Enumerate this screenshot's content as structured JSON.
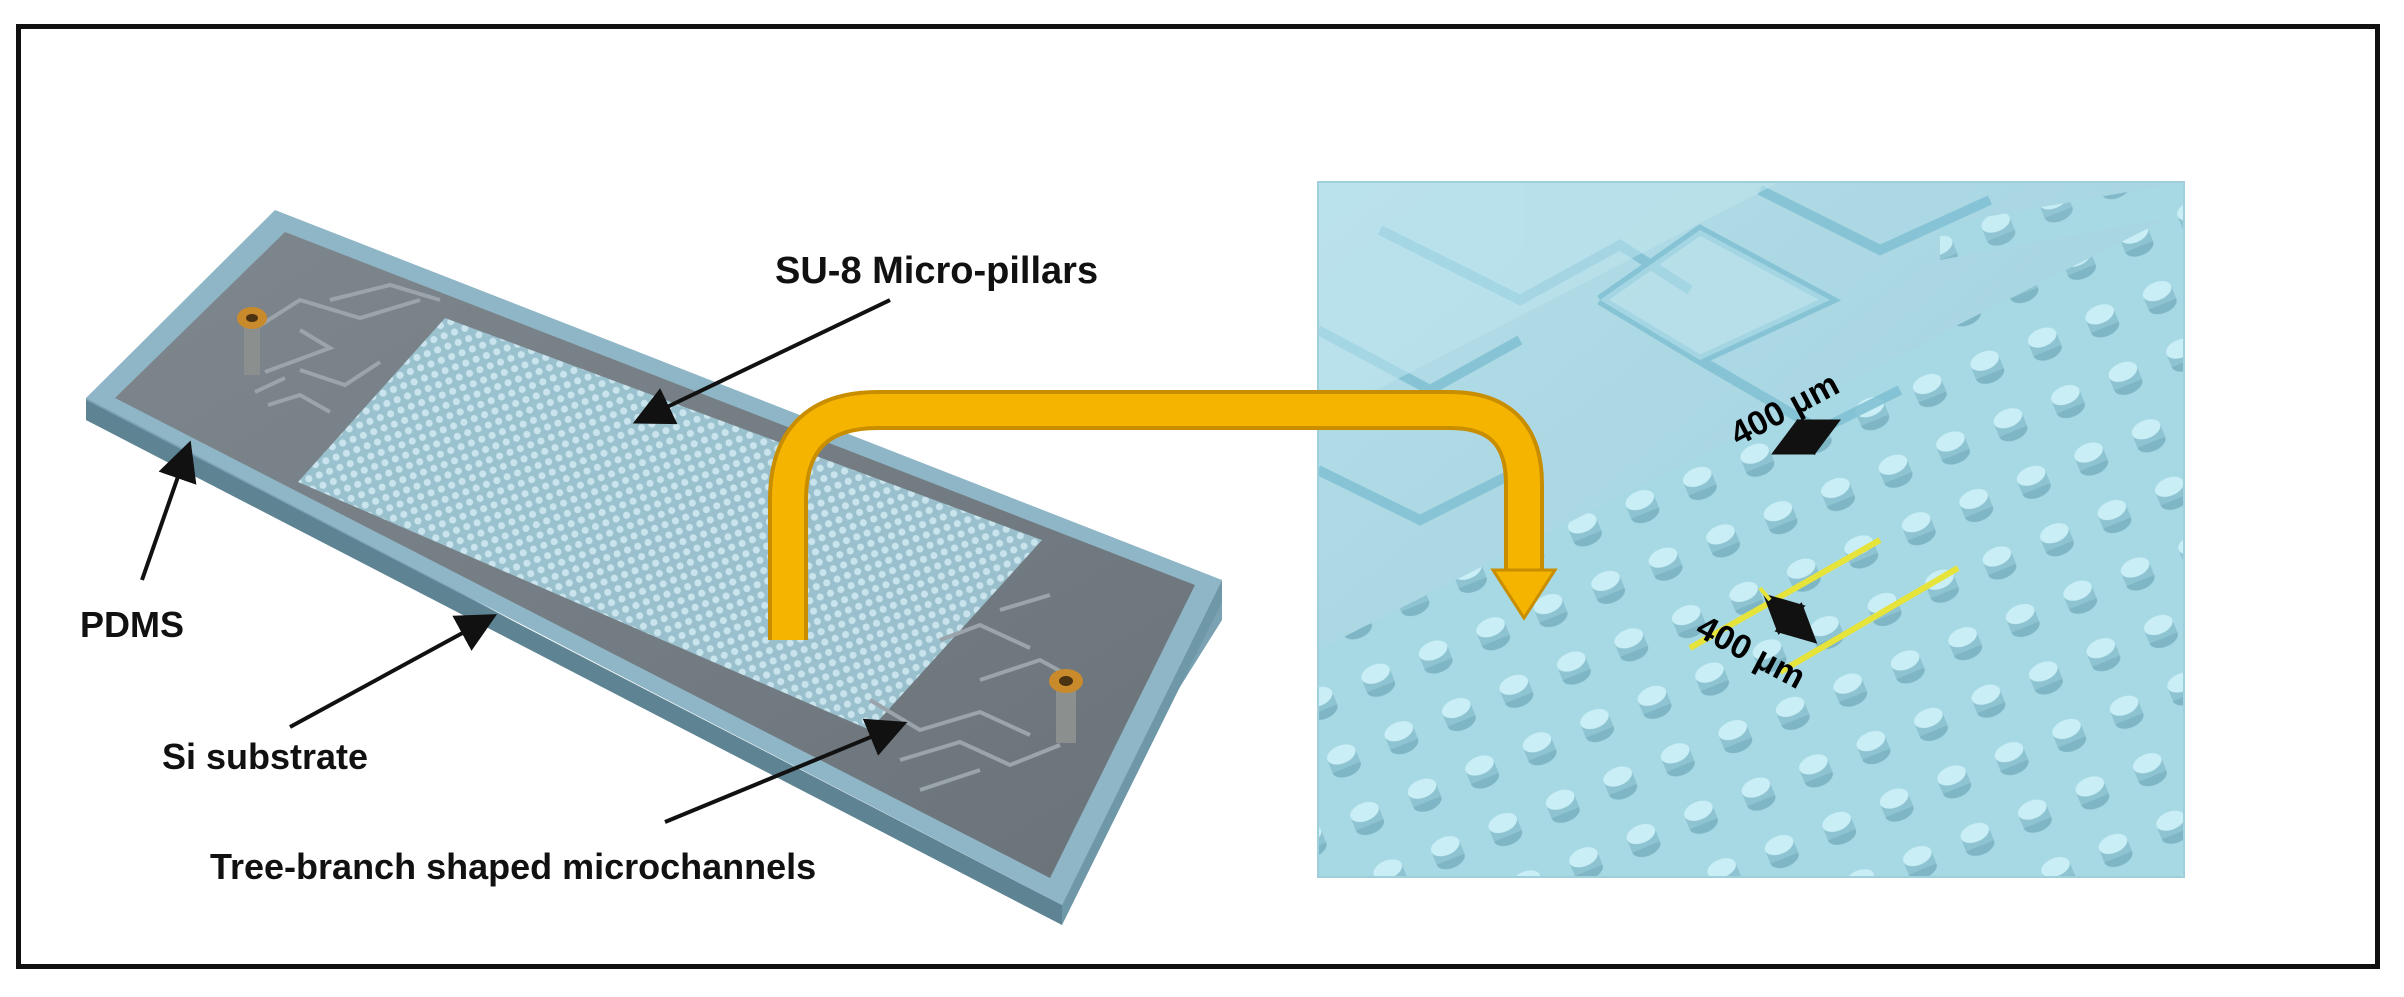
{
  "labels": {
    "su8": "SU-8 Micro-pillars",
    "pdms": "PDMS",
    "si": "Si substrate",
    "tree": "Tree-branch shaped microchannels",
    "dim_top": "400 μm",
    "dim_bottom": "400 μm"
  },
  "colors": {
    "pdms": "#8fb6c7",
    "substrate": "#6f7880",
    "pillar": "#a9d6e3",
    "zoom_bg": "#a7d9e4",
    "arrow": "#f5b400",
    "port": "#c98a2c",
    "dim_line": "#e6e33a"
  }
}
